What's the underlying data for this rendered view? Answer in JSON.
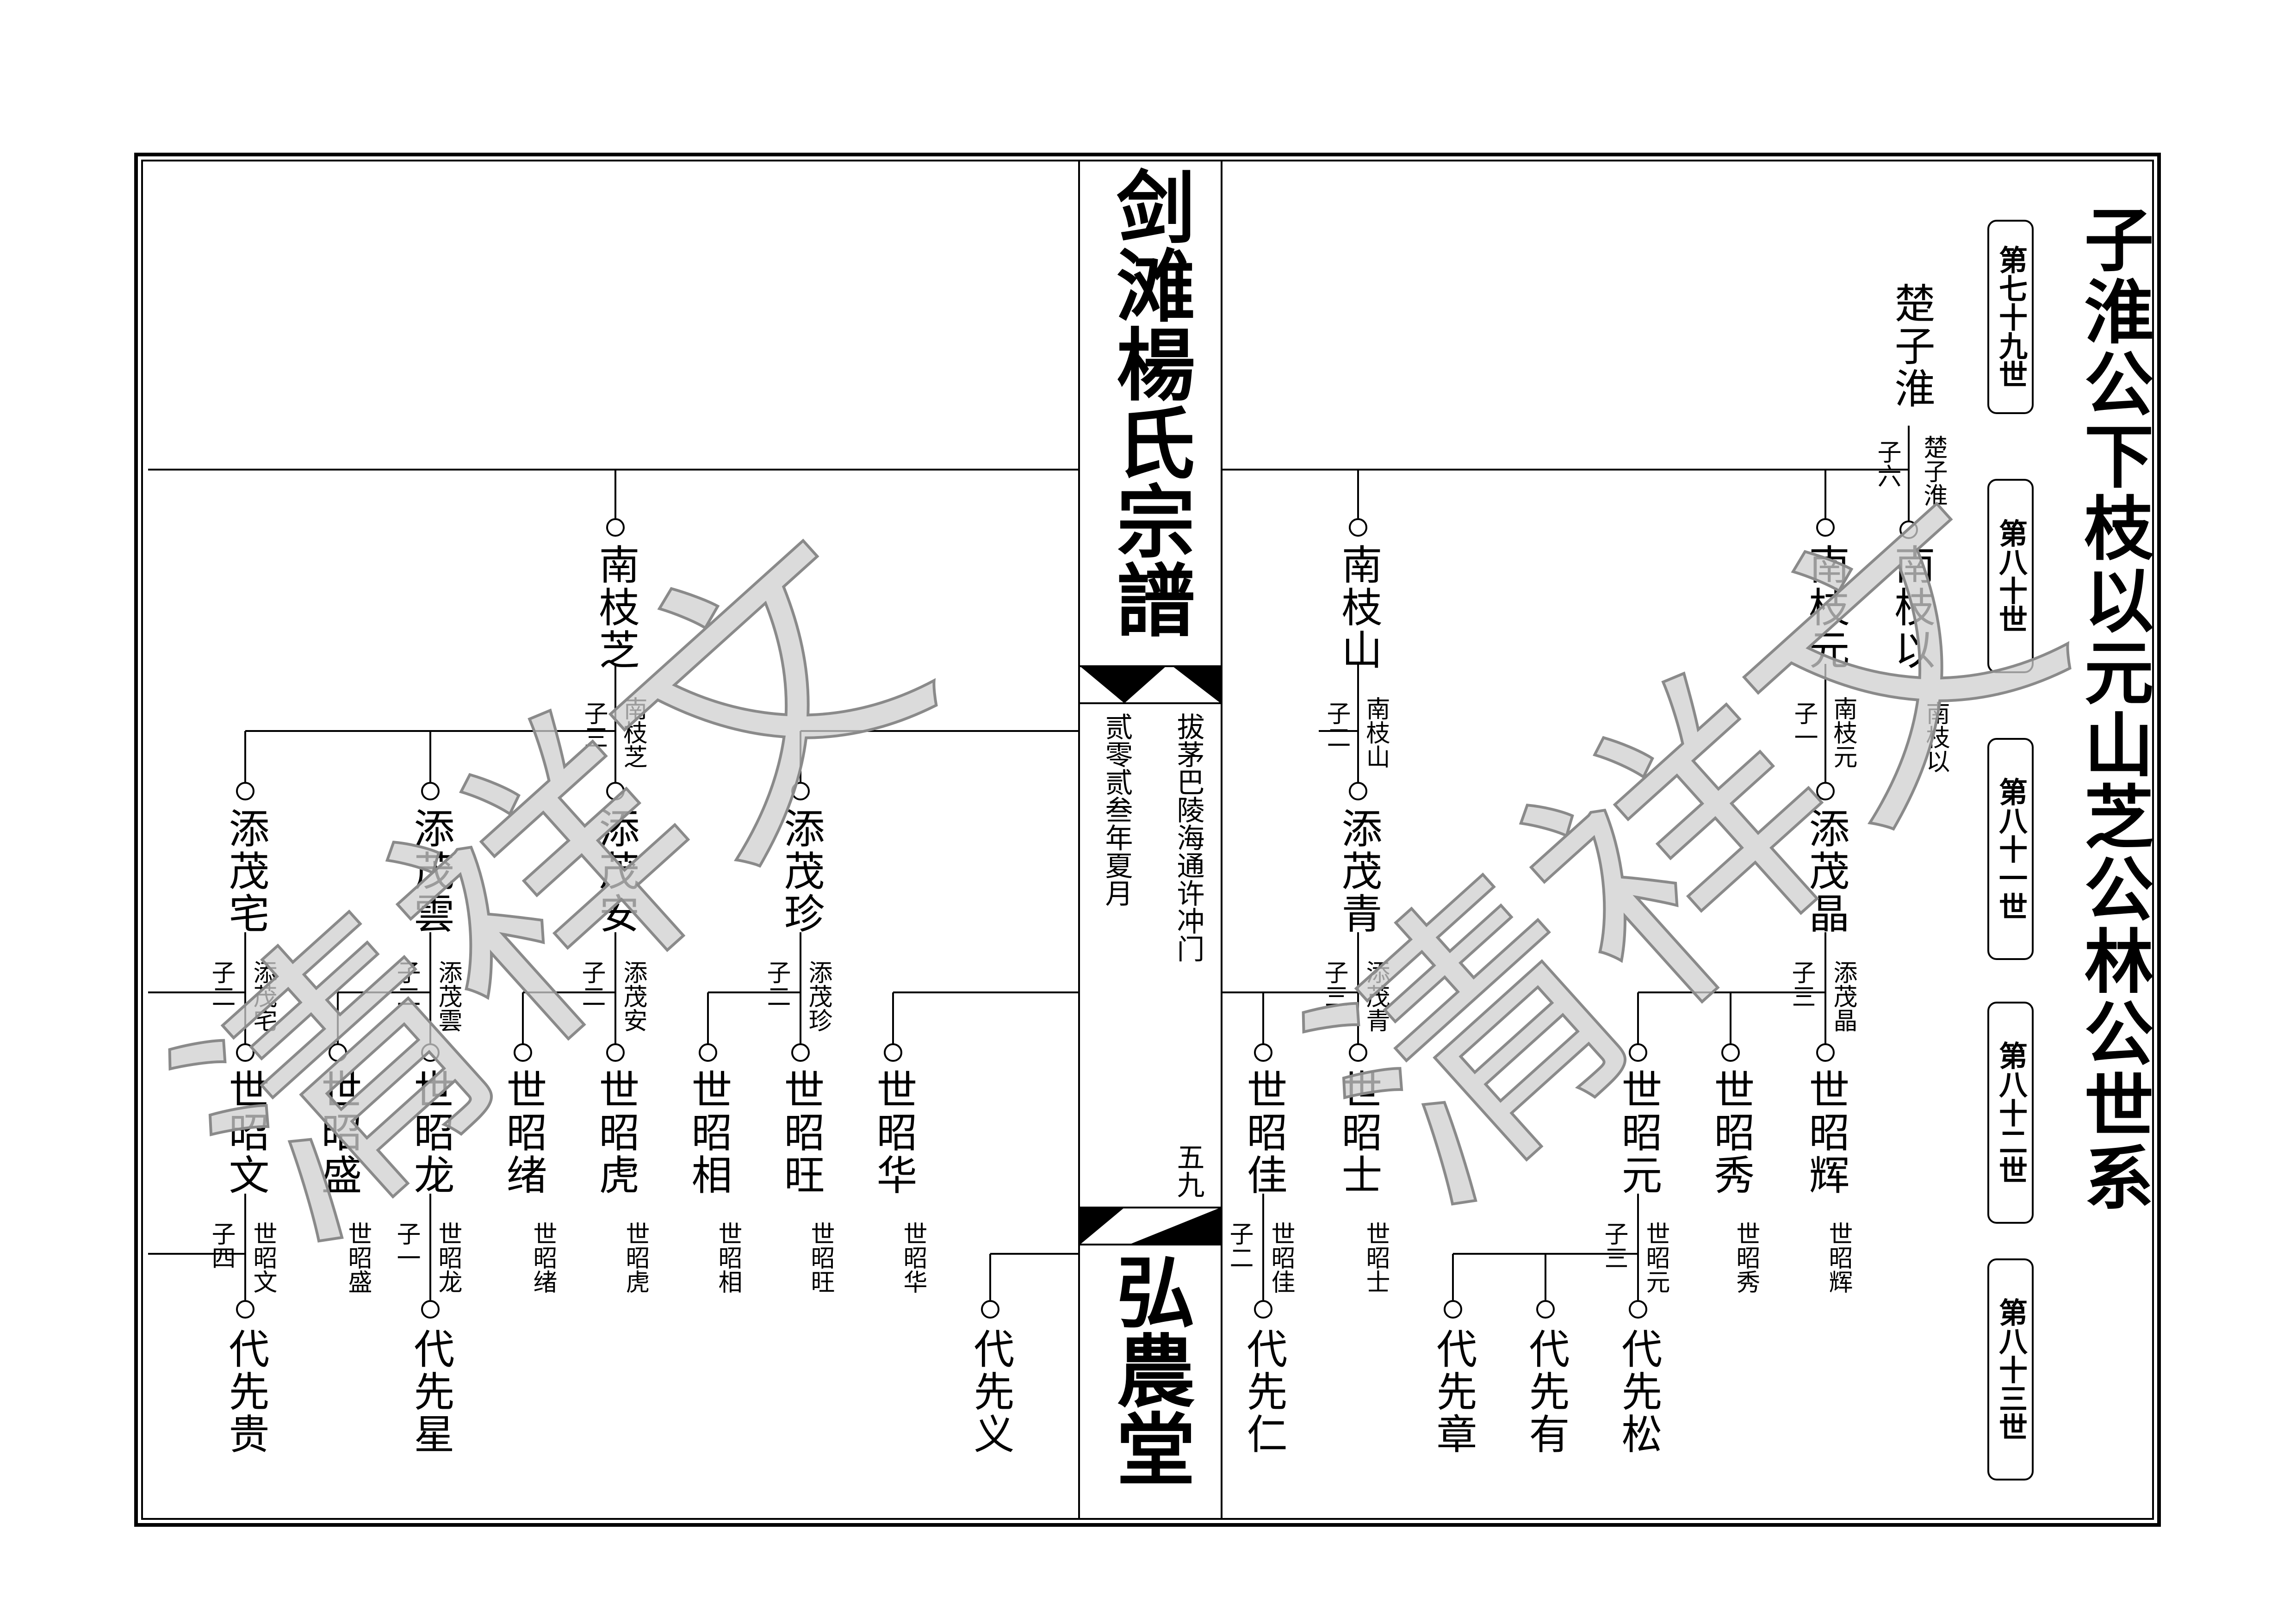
{
  "page": {
    "main_title": "子淮公下枝以元山芝公林公世系",
    "spine_title": "剑滩楊氏宗譜",
    "spine_hall": "弘農堂",
    "spine_place": "拔茅巴陵海通许冲门",
    "spine_date": "贰零贰叁年夏月",
    "page_number": "五九"
  },
  "generations": [
    "第七十九世",
    "第八十世",
    "第八十一世",
    "第八十二世",
    "第八十三世"
  ],
  "watermark": "清祥文",
  "colors": {
    "watermark_fill": "#cfcfcf",
    "watermark_stroke": "#8a8a8a",
    "ink": "#000000"
  },
  "tree": {
    "root": "楚子淮",
    "root_children_count": "子六",
    "root_note": "楚子淮",
    "gen80": [
      {
        "name": "南枝以",
        "note": "南枝以"
      },
      {
        "name": "南枝元",
        "count": "子一",
        "note": "南枝元"
      },
      {
        "name": "南枝山",
        "count": "子二",
        "note": "南枝山"
      },
      {
        "name": "南枝芝",
        "count": "子三",
        "note": "南枝芝"
      }
    ],
    "gen81": [
      {
        "name": "添茂晶",
        "count": "子三",
        "note": "添茂晶"
      },
      {
        "name": "添茂青",
        "count": "子三",
        "note": "添茂青"
      },
      {
        "name": "添茂珍",
        "count": "子二",
        "note": "添茂珍"
      },
      {
        "name": "添茂安",
        "count": "子二",
        "note": "添茂安"
      },
      {
        "name": "添茂雲",
        "count": "子二",
        "note": "添茂雲"
      },
      {
        "name": "添茂宅",
        "count": "子二",
        "note": "添茂宅"
      }
    ],
    "gen82": [
      {
        "name": "世昭辉",
        "note": "世昭辉"
      },
      {
        "name": "世昭秀",
        "note": "世昭秀"
      },
      {
        "name": "世昭元",
        "count": "子三",
        "note": "世昭元"
      },
      {
        "name": "世昭士",
        "note": "世昭士"
      },
      {
        "name": "世昭佳",
        "count": "子二",
        "note": "世昭佳"
      },
      {
        "name": "世昭华",
        "count": "",
        "note": "世昭华"
      },
      {
        "name": "世昭旺",
        "note": "世昭旺"
      },
      {
        "name": "世昭相",
        "note": "世昭相"
      },
      {
        "name": "世昭虎",
        "note": "世昭虎"
      },
      {
        "name": "世昭绪",
        "note": "世昭绪"
      },
      {
        "name": "世昭龙",
        "count": "子一",
        "note": "世昭龙"
      },
      {
        "name": "世昭盛",
        "note": "世昭盛"
      },
      {
        "name": "世昭文",
        "count": "子四",
        "note": "世昭文"
      }
    ],
    "gen83": [
      "代先松",
      "代先有",
      "代先章",
      "代先仁",
      "代先义",
      "代先星",
      "代先贵"
    ]
  }
}
